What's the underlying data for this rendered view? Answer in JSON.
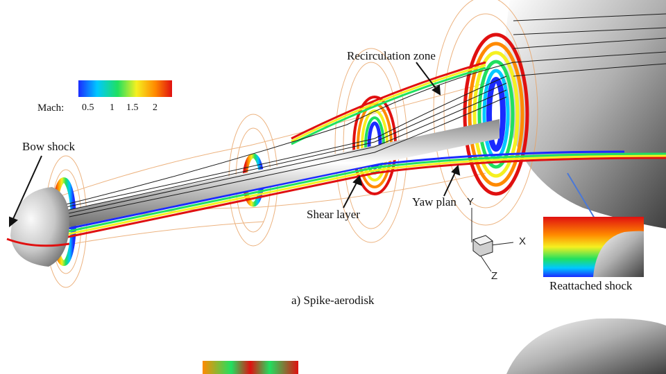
{
  "colorbar": {
    "label": "Mach:",
    "ticks": [
      "0.5",
      "1",
      "1.5",
      "2"
    ],
    "colors": [
      "#1a2bff",
      "#00c8ff",
      "#20e060",
      "#f5f020",
      "#ff8a00",
      "#e01010"
    ]
  },
  "annotations": {
    "bow_shock": "Bow shock",
    "recirculation_zone": "Recirculation zone",
    "shear_layer": "Shear layer",
    "yaw_plan": "Yaw plan",
    "reattached_shock": "Reattached shock"
  },
  "axes": {
    "y": "Y",
    "x": "X",
    "z": "Z"
  },
  "caption": "a) Spike-aerodisk",
  "colors": {
    "streamline": "#1a1a1a",
    "contour_line": "#e8a060",
    "arrow": "#111111",
    "reattach_arrow": "#4a78d8",
    "body_dark": "#6a6a6a",
    "body_light": "#f0f0f0"
  }
}
